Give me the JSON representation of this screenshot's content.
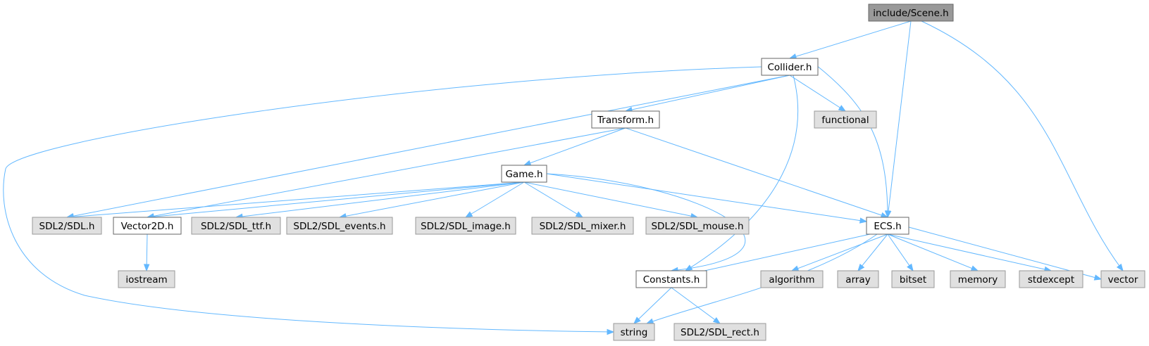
{
  "graph": {
    "title": "include/Scene.h",
    "colors": {
      "edge": "#63b8ff",
      "root_fill": "#999999",
      "project_fill": "#ffffff",
      "external_fill": "#e0e0e0",
      "border": "#666666"
    },
    "nodes": {
      "scene": {
        "label": "include/Scene.h",
        "kind": "root"
      },
      "collider": {
        "label": "Collider.h",
        "kind": "project"
      },
      "transform": {
        "label": "Transform.h",
        "kind": "project"
      },
      "functional": {
        "label": "functional",
        "kind": "external"
      },
      "game": {
        "label": "Game.h",
        "kind": "project"
      },
      "sdl": {
        "label": "SDL2/SDL.h",
        "kind": "external"
      },
      "vector2d": {
        "label": "Vector2D.h",
        "kind": "project"
      },
      "sdl_ttf": {
        "label": "SDL2/SDL_ttf.h",
        "kind": "external"
      },
      "sdl_events": {
        "label": "SDL2/SDL_events.h",
        "kind": "external"
      },
      "sdl_image": {
        "label": "SDL2/SDL_image.h",
        "kind": "external"
      },
      "sdl_mixer": {
        "label": "SDL2/SDL_mixer.h",
        "kind": "external"
      },
      "sdl_mouse": {
        "label": "SDL2/SDL_mouse.h",
        "kind": "external"
      },
      "ecs": {
        "label": "ECS.h",
        "kind": "project"
      },
      "iostream": {
        "label": "iostream",
        "kind": "external"
      },
      "constants": {
        "label": "Constants.h",
        "kind": "project"
      },
      "algorithm": {
        "label": "algorithm",
        "kind": "external"
      },
      "array": {
        "label": "array",
        "kind": "external"
      },
      "bitset": {
        "label": "bitset",
        "kind": "external"
      },
      "memory": {
        "label": "memory",
        "kind": "external"
      },
      "stdexcept": {
        "label": "stdexcept",
        "kind": "external"
      },
      "vector": {
        "label": "vector",
        "kind": "external"
      },
      "string": {
        "label": "string",
        "kind": "external"
      },
      "sdl_rect": {
        "label": "SDL2/SDL_rect.h",
        "kind": "external"
      }
    },
    "edges": [
      [
        "scene",
        "collider"
      ],
      [
        "scene",
        "ecs"
      ],
      [
        "scene",
        "vector"
      ],
      [
        "collider",
        "string"
      ],
      [
        "collider",
        "sdl"
      ],
      [
        "collider",
        "transform"
      ],
      [
        "collider",
        "functional"
      ],
      [
        "collider",
        "constants"
      ],
      [
        "collider",
        "ecs"
      ],
      [
        "transform",
        "vector2d"
      ],
      [
        "transform",
        "game"
      ],
      [
        "transform",
        "ecs"
      ],
      [
        "game",
        "sdl"
      ],
      [
        "game",
        "vector2d"
      ],
      [
        "game",
        "sdl_ttf"
      ],
      [
        "game",
        "sdl_events"
      ],
      [
        "game",
        "sdl_image"
      ],
      [
        "game",
        "sdl_mixer"
      ],
      [
        "game",
        "sdl_mouse"
      ],
      [
        "game",
        "ecs"
      ],
      [
        "game",
        "constants"
      ],
      [
        "vector2d",
        "iostream"
      ],
      [
        "ecs",
        "constants"
      ],
      [
        "ecs",
        "string"
      ],
      [
        "ecs",
        "algorithm"
      ],
      [
        "ecs",
        "array"
      ],
      [
        "ecs",
        "bitset"
      ],
      [
        "ecs",
        "memory"
      ],
      [
        "ecs",
        "stdexcept"
      ],
      [
        "ecs",
        "vector"
      ],
      [
        "constants",
        "string"
      ],
      [
        "constants",
        "sdl_rect"
      ]
    ]
  }
}
